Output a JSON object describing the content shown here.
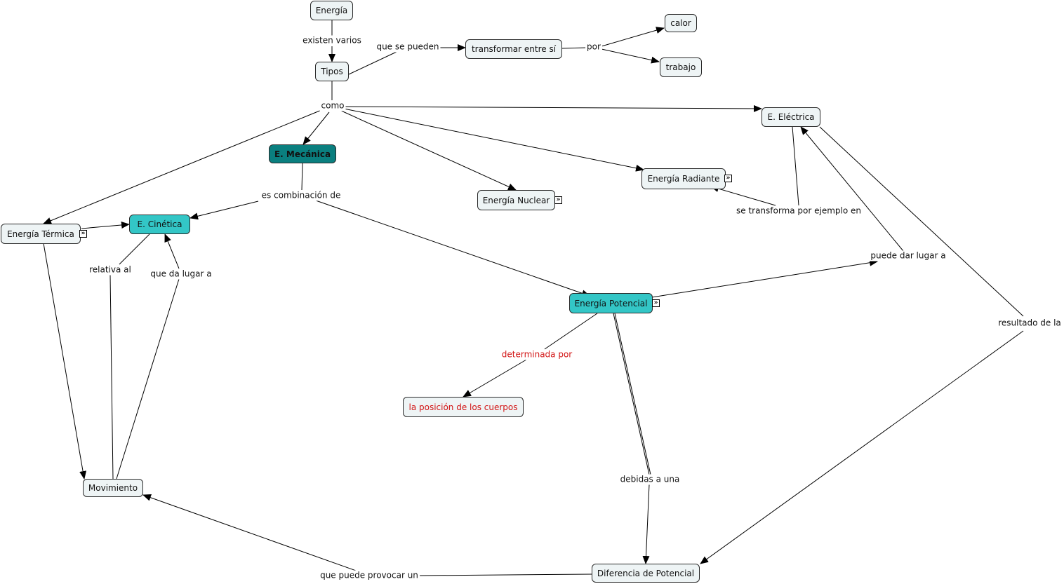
{
  "colors": {
    "node_fill": "#eef4f5",
    "teal_fill": "#33c6c6",
    "dark_teal_fill": "#0a7f7f",
    "red_text": "#d21414"
  },
  "concepts": {
    "energia": "Energía",
    "tipos": "Tipos",
    "transformar": "transformar entre sí",
    "calor": "calor",
    "trabajo": "trabajo",
    "mecanica": "E. Mecánica",
    "electrica": "E. Eléctrica",
    "radiante": "Energía Radiante",
    "nuclear": "Energía Nuclear",
    "termica": "Energía Térmica",
    "cinetica": "E. Cinética",
    "potencial": "Energía Potencial",
    "posicion": "la posición de los cuerpos",
    "movimiento": "Movimiento",
    "diferencia": "Diferencia de Potencial"
  },
  "linking_phrases": {
    "existen_varios": "existen varios",
    "que_se_pueden": "que se pueden",
    "por": "por",
    "como": "como",
    "es_combinacion": "es combinación de",
    "se_transforma": "se transforma por ejemplo en",
    "puede_dar_lugar": "puede dar lugar a",
    "relativa_al": "relativa al",
    "que_da_lugar": "que da lugar a",
    "determinada_por": "determinada por",
    "resultado_de_la": "resultado de la",
    "debidas_a_una": "debidas a una",
    "que_puede_provocar": "que puede provocar un"
  },
  "expand_icon": "»"
}
